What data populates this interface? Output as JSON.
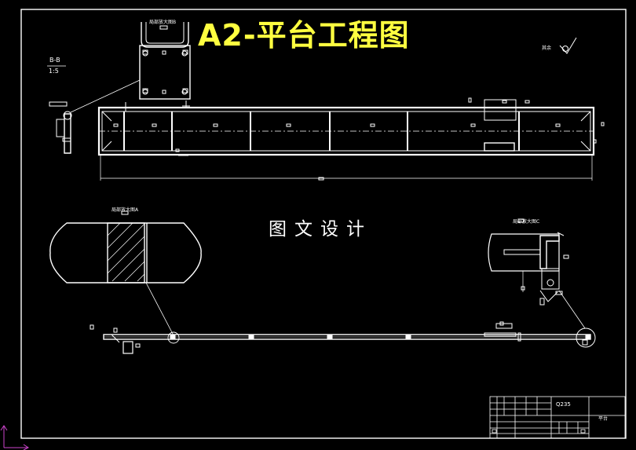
{
  "title": "A2-平台工程图",
  "watermark": "图文设计",
  "section": {
    "name": "B-B",
    "scale": "1:5"
  },
  "roughness_label": "其余",
  "detail_labels": {
    "top": "局部放大图B",
    "left": "局部放大图A",
    "right": "局部放大图C"
  },
  "title_block": {
    "material": "Q235",
    "part_name": "平台"
  },
  "colors": {
    "background": "#000000",
    "lines": "#ffffff",
    "title": "#ffff40",
    "axis": "#cc44cc"
  }
}
